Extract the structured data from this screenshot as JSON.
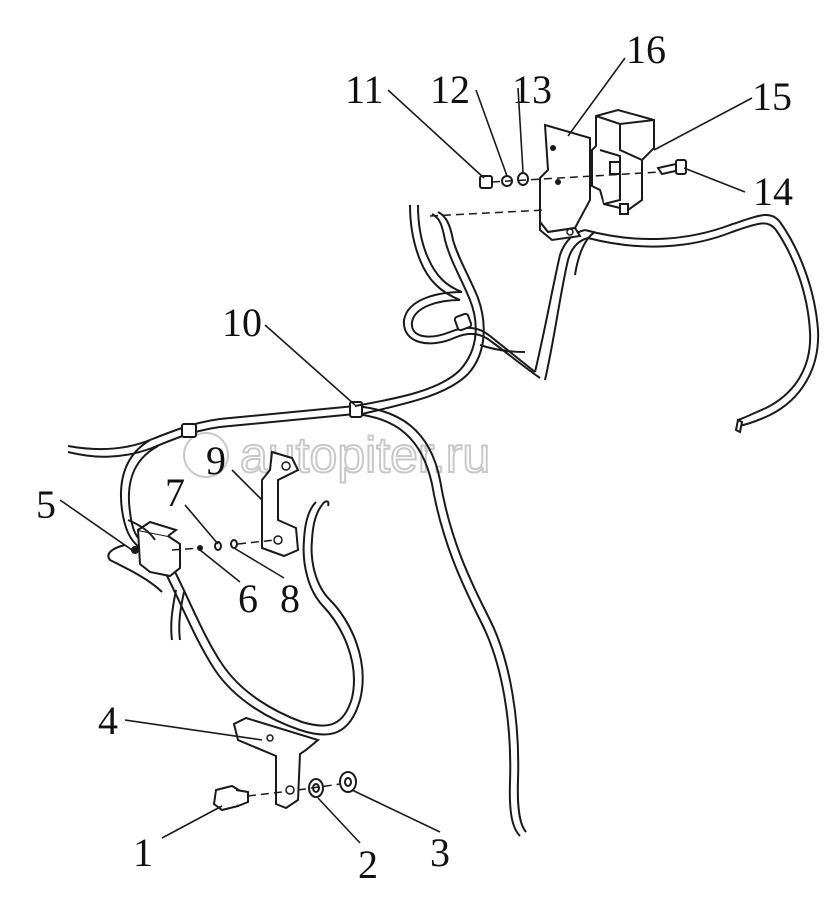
{
  "watermark": "autopiter.ru",
  "callouts": {
    "c1": "1",
    "c2": "2",
    "c3": "3",
    "c4": "4",
    "c5": "5",
    "c6": "6",
    "c7": "7",
    "c8": "8",
    "c9": "9",
    "c10": "10",
    "c11": "11",
    "c12": "12",
    "c13": "13",
    "c14": "14",
    "c15": "15",
    "c16": "16"
  }
}
